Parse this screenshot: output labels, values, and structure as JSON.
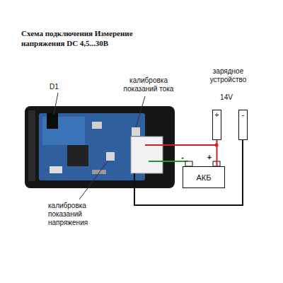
{
  "diagram": {
    "title": "Схема подключения Измерение напряжения DC 4,5...30В",
    "nodes": [
      {
        "text": [
          "+"
        ]
      },
      {
        "text": [
          "-"
        ]
      },
      {
        "text": [
          "АКБ"
        ]
      }
    ],
    "edges": [
      {
        "from": 0,
        "to": 2,
        "arrow": "none"
      }
    ],
    "labels": [
      "D1",
      "калибровка показаний тока",
      "зарядное устройство",
      "14V",
      "калибровка показаний напряжения",
      "-",
      "+"
    ]
  }
}
